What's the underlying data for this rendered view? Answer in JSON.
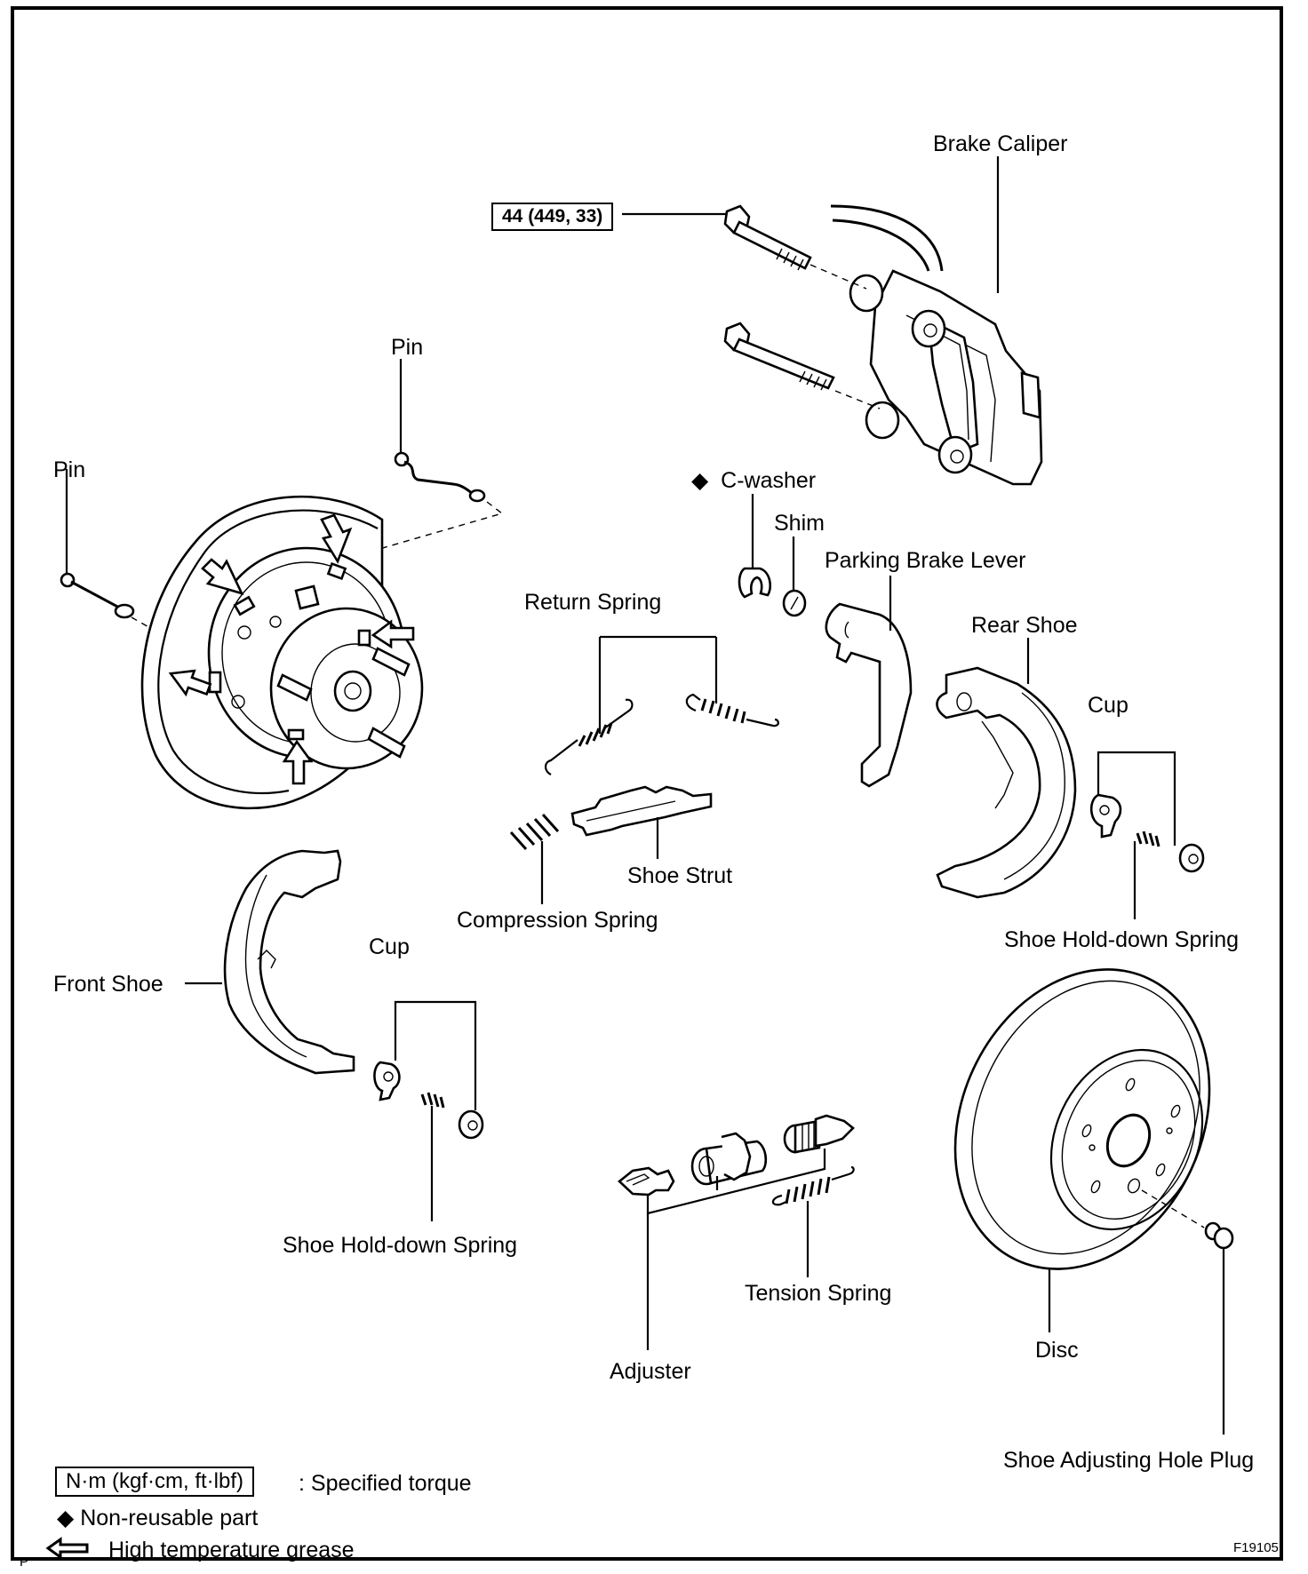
{
  "figure_id": "F19105",
  "corner_mark": "P",
  "torque_spec": "44 (449, 33)",
  "labels": {
    "brake_caliper": "Brake Caliper",
    "pin_upper": "Pin",
    "pin_left": "Pin",
    "c_washer": "C-washer",
    "shim": "Shim",
    "parking_brake_lever": "Parking Brake Lever",
    "return_spring": "Return Spring",
    "rear_shoe": "Rear Shoe",
    "cup_right": "Cup",
    "shoe_strut": "Shoe Strut",
    "compression_spring": "Compression Spring",
    "shoe_hold_down_spring_right": "Shoe  Hold-down Spring",
    "front_shoe": "Front Shoe",
    "cup_left": "Cup",
    "shoe_hold_down_spring_left": "Shoe  Hold-down Spring",
    "tension_spring": "Tension Spring",
    "adjuster": "Adjuster",
    "disc": "Disc",
    "shoe_adjusting_hole_plug": "Shoe Adjusting Hole Plug"
  },
  "markers": {
    "non_reusable_symbol": "◆",
    "grease_symbol": "⇦"
  },
  "legend": {
    "torque_unit": "N·m (kgf·cm, ft·lbf)",
    "torque_desc": ": Specified torque",
    "non_reusable_symbol": "◆",
    "non_reusable_desc": "Non-reusable part",
    "grease_desc": "High temperature grease"
  }
}
